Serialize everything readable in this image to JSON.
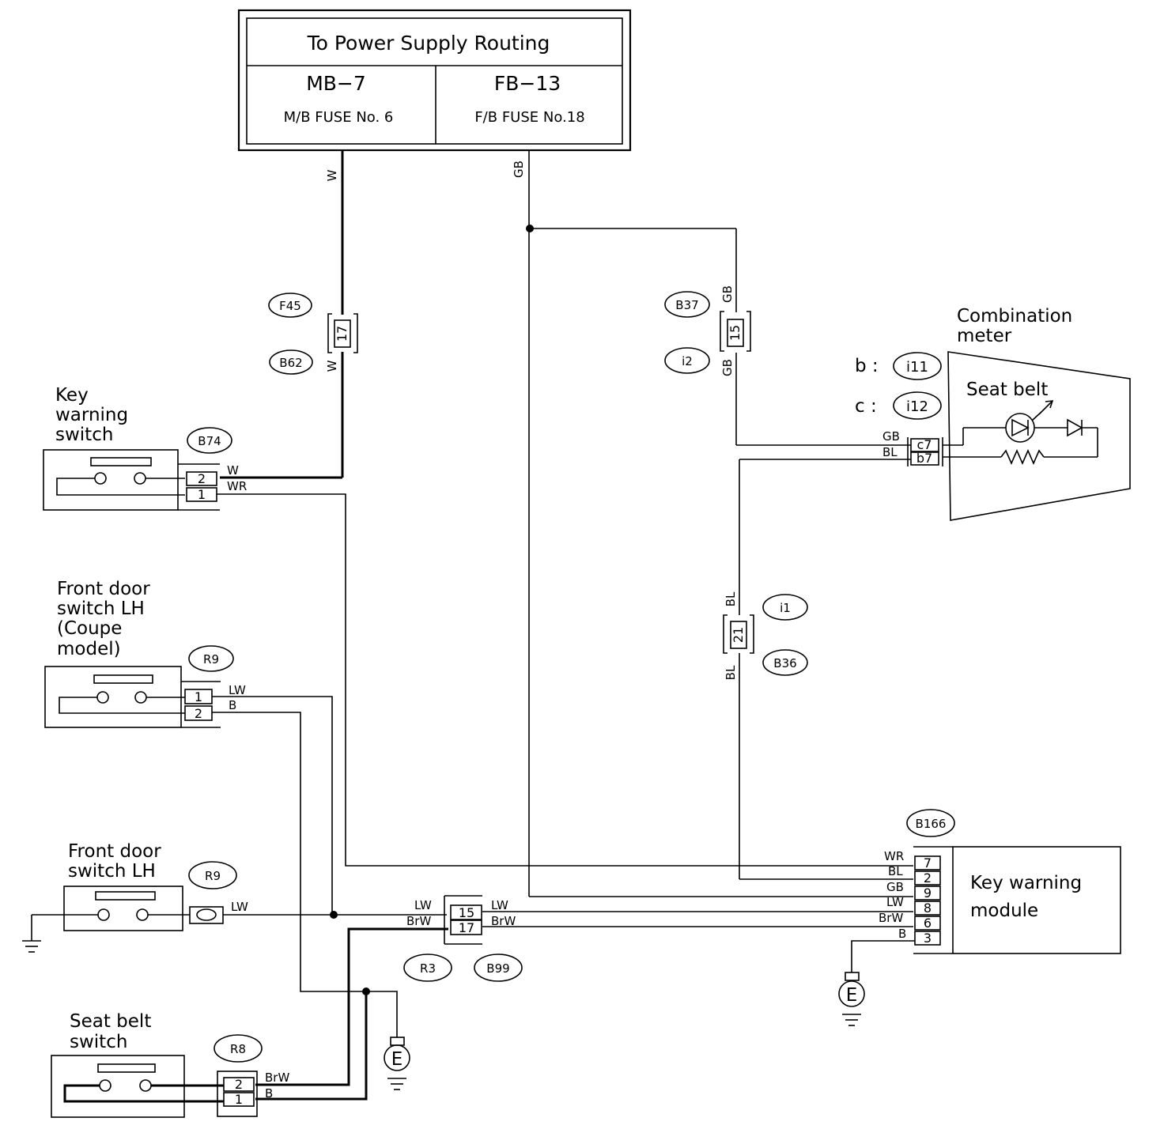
{
  "power_supply": {
    "title": "To Power Supply Routing",
    "left_code": "MB−7",
    "left_fuse": "M/B FUSE No. 6",
    "right_code": "FB−13",
    "right_fuse": "F/B FUSE No.18"
  },
  "components": {
    "key_warning_switch": [
      "Key",
      "warning",
      "switch"
    ],
    "front_door_switch_coupe": [
      "Front door",
      "switch LH",
      "(Coupe",
      "model)"
    ],
    "front_door_switch": [
      "Front door",
      "switch LH"
    ],
    "seat_belt_switch": [
      "Seat belt",
      "switch"
    ],
    "combination_meter": [
      "Combination",
      "meter"
    ],
    "seat_belt_lamp": "Seat belt",
    "key_warning_module": [
      "Key warning",
      "module"
    ],
    "meter_connectors": {
      "b_prefix": "b :",
      "b_conn": "i11",
      "c_prefix": "c :",
      "c_conn": "i12"
    }
  },
  "connectors": {
    "F45": "F45",
    "B62": "B62",
    "B37": "B37",
    "i2": "i2",
    "i1": "i1",
    "B36": "B36",
    "B74": "B74",
    "R9a": "R9",
    "R9b": "R9",
    "R3": "R3",
    "B99": "B99",
    "R8": "R8",
    "B166": "B166"
  },
  "pins": {
    "f45_17": "17",
    "b37_15": "15",
    "i1_21": "21",
    "b74_2": "2",
    "b74_1": "1",
    "r9_1": "1",
    "r9_2": "2",
    "r3_15": "15",
    "r3_17": "17",
    "r8_2": "2",
    "r8_1": "1",
    "meter_c7": "c7",
    "meter_b7": "b7",
    "mod_7": "7",
    "mod_2": "2",
    "mod_9": "9",
    "mod_8": "8",
    "mod_6": "6",
    "mod_3": "3"
  },
  "wires": {
    "w_top": "W",
    "w_low": "W",
    "gb_top": "GB",
    "gb_b37_up": "GB",
    "gb_b37_low": "GB",
    "bl_i1_up": "BL",
    "bl_i1_low": "BL",
    "b74_w": "W",
    "b74_wr": "WR",
    "r9_lw": "LW",
    "r9_b": "B",
    "fd_lw": "LW",
    "r3_lw_l": "LW",
    "r3_brw_l": "BrW",
    "r3_lw_r": "LW",
    "r3_brw_r": "BrW",
    "r8_brw": "BrW",
    "r8_b": "B",
    "meter_gb": "GB",
    "meter_bl": "BL",
    "mod_wr": "WR",
    "mod_bl": "BL",
    "mod_gb": "GB",
    "mod_lw": "LW",
    "mod_brw": "BrW",
    "mod_b": "B"
  },
  "grounds": {
    "e1": "E",
    "e2": "E"
  }
}
